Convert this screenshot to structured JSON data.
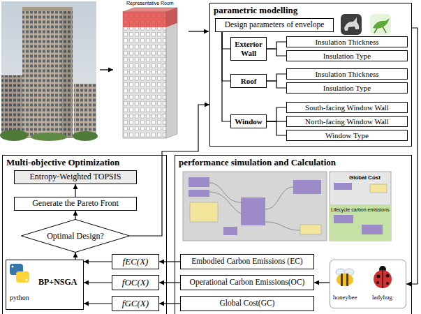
{
  "diagram": {
    "nodes": [
      {
        "text": [
          "parametric modelling"
        ]
      },
      {
        "text": [
          "Design parameters of envelope"
        ],
        "in": 0
      },
      {
        "text": [
          "Exterior Wall"
        ],
        "in": 0
      },
      {
        "text": [
          "Insulation Thickness"
        ],
        "in": 0
      },
      {
        "text": [
          "Insulation Type"
        ],
        "in": 0
      },
      {
        "text": [
          "Roof"
        ],
        "in": 0
      },
      {
        "text": [
          "Insulation Thickness"
        ],
        "in": 0
      },
      {
        "text": [
          "Insulation Type"
        ],
        "in": 0
      },
      {
        "text": [
          "Window"
        ],
        "in": 0
      },
      {
        "text": [
          "South-facing Window Wall"
        ],
        "in": 0
      },
      {
        "text": [
          "North-facing Window Wall"
        ],
        "in": 0
      },
      {
        "text": [
          "Window Type"
        ],
        "in": 0
      },
      {
        "text": [
          "Multi-objective Optimization"
        ]
      },
      {
        "text": [
          "Entropy-Weighted TOPSIS"
        ],
        "in": 12
      },
      {
        "text": [
          "Generate the Pareto Front"
        ],
        "in": 12
      },
      {
        "text": [
          "Optimal Design?"
        ],
        "in": 12
      },
      {
        "text": [
          "BP+NSGA",
          "python"
        ],
        "in": 12
      },
      {
        "text": [
          "fEC(X)"
        ],
        "in": 12
      },
      {
        "text": [
          "fOC(X)"
        ],
        "in": 12
      },
      {
        "text": [
          "fGC(X)"
        ],
        "in": 12
      },
      {
        "text": [
          "performance simulation and Calculation"
        ]
      },
      {
        "text": [
          "Embodied Carbon Emissions (EC)"
        ],
        "in": 20
      },
      {
        "text": [
          "Operational Carbon Emissions(OC)"
        ],
        "in": 20
      },
      {
        "text": [
          "Global Cost(GC)"
        ],
        "in": 20
      },
      {
        "text": [
          "honeybee",
          "ladybug"
        ],
        "in": 20
      }
    ],
    "edges": [
      {
        "from": 1,
        "to": 2,
        "arrow": "none"
      },
      {
        "from": 1,
        "to": 5,
        "arrow": "none"
      },
      {
        "from": 1,
        "to": 8,
        "arrow": "none"
      },
      {
        "from": 2,
        "to": 3,
        "arrow": "none"
      },
      {
        "from": 2,
        "to": 4,
        "arrow": "none"
      },
      {
        "from": 5,
        "to": 6,
        "arrow": "none"
      },
      {
        "from": 5,
        "to": 7,
        "arrow": "none"
      },
      {
        "from": 8,
        "to": 9,
        "arrow": "none"
      },
      {
        "from": 8,
        "to": 10,
        "arrow": "none"
      },
      {
        "from": 8,
        "to": 11,
        "arrow": "none"
      },
      {
        "from": 21,
        "to": 17,
        "arrow": "to"
      },
      {
        "from": 22,
        "to": 18,
        "arrow": "to"
      },
      {
        "from": 23,
        "to": 19,
        "arrow": "to"
      },
      {
        "from": 17,
        "to": 16,
        "arrow": "to"
      },
      {
        "from": 18,
        "to": 16,
        "arrow": "to"
      },
      {
        "from": 19,
        "to": 16,
        "arrow": "to"
      },
      {
        "from": 16,
        "to": 15,
        "arrow": "to"
      },
      {
        "from": 15,
        "to": 14,
        "arrow": "to"
      },
      {
        "from": 14,
        "to": 13,
        "arrow": "to"
      },
      {
        "from": 15,
        "to": 0,
        "arrow": "to"
      },
      {
        "from": 0,
        "to": 24,
        "arrow": "to"
      },
      {
        "from": 24,
        "to": 22,
        "arrow": "to"
      }
    ],
    "labels": [
      "Representative Room",
      "Global Cost",
      "Lifecycle carbon emissions"
    ]
  }
}
